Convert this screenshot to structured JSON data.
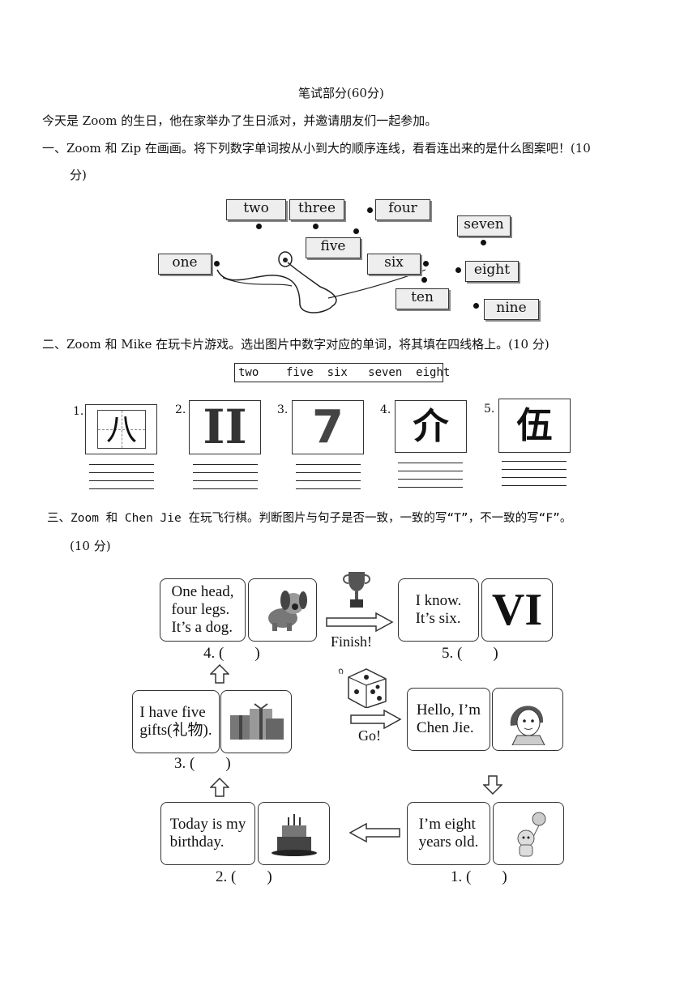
{
  "title": "笔试部分(60分)",
  "intro": "今天是 Zoom 的生日，他在家举办了生日派对，并邀请朋友们一起参加。",
  "section1": {
    "line1": "一、Zoom 和 Zip 在画画。将下列数字单词按从小到大的顺序连线，看看连出来的是什么图案吧！(10",
    "line2": "分)",
    "words": [
      "two",
      "three",
      "four",
      "seven",
      "five",
      "one",
      "six",
      "eight",
      "ten",
      "nine"
    ]
  },
  "section2": {
    "instruction": "二、Zoom 和 Mike 在玩卡片游戏。选出图片中数字对应的单词，将其填在四线格上。(10 分)",
    "word_bank": "two    five  six   seven  eight",
    "items": [
      {
        "num": "1.",
        "glyph": "八"
      },
      {
        "num": "2.",
        "glyph": "II"
      },
      {
        "num": "3.",
        "glyph": "7"
      },
      {
        "num": "4.",
        "glyph": "介"
      },
      {
        "num": "5.",
        "glyph": "伍"
      }
    ]
  },
  "section3": {
    "line1": "三、Zoom  和  Chen Jie 在玩飞行棋。判断图片与句子是否一致，一致的写“T”，不一致的写“F”。",
    "line2": "(10 分)",
    "finish": "Finish!",
    "go": "Go!",
    "cards": {
      "c4": "One head,\nfour legs.\nIt’s a dog.",
      "c5": "I know.\nIt’s six.",
      "c5_pic": "VI",
      "c3": "I have five\ngifts(礼物).",
      "start": "Hello, I’m\nChen Jie.",
      "c2": "Today is my\nbirthday.",
      "c1": "I’m eight\nyears old."
    },
    "blanks": {
      "b1": "1. (        )",
      "b2": "2. (        )",
      "b3": "3. (        )",
      "b4": "4. (        )",
      "b5": "5. (        )"
    }
  }
}
